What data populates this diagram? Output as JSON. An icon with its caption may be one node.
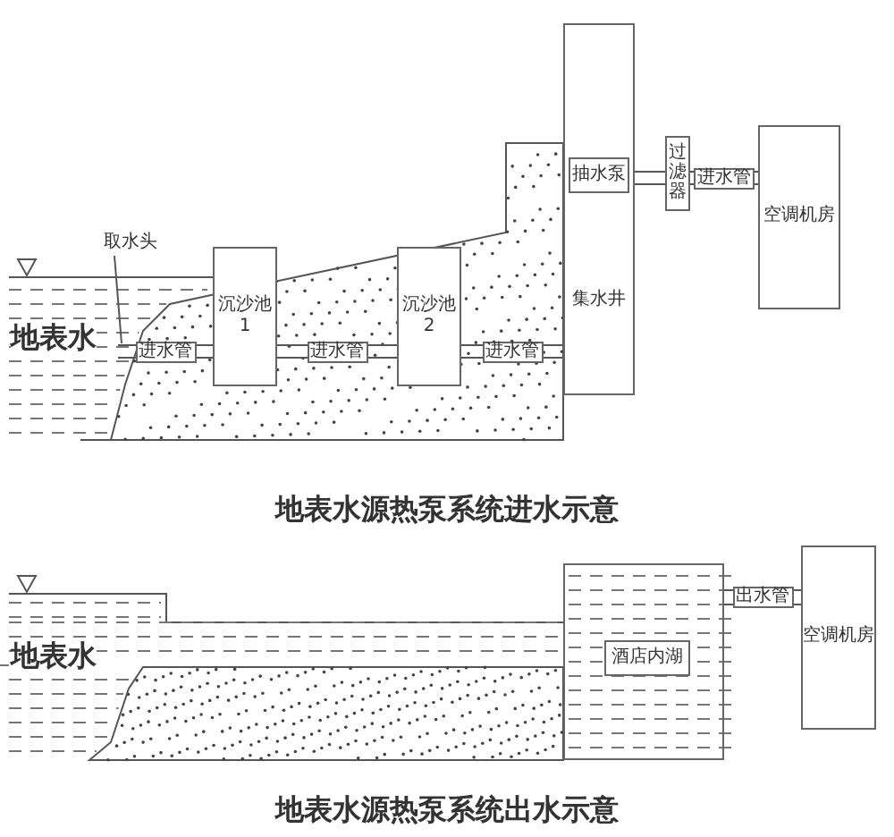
{
  "diagram": {
    "nodes": [
      {
        "text": [
          "沉沙池 1"
        ]
      },
      {
        "text": [
          "沉沙池 2"
        ]
      },
      {
        "text": [
          "集水井"
        ]
      },
      {
        "text": [
          "抽水泵"
        ],
        "in": 2
      },
      {
        "text": [
          "过滤器"
        ]
      },
      {
        "text": [
          "空调机房"
        ]
      },
      {
        "text": [
          "取水头"
        ]
      },
      {
        "text": [],
        "shape": "box"
      },
      {
        "text": [
          "酒店内湖"
        ],
        "in": 7
      },
      {
        "text": [
          "空调机房"
        ]
      }
    ],
    "edges": [
      {
        "from": null,
        "to": 0,
        "arrow": "none",
        "label": "进水管"
      },
      {
        "from": 0,
        "to": 1,
        "arrow": "none",
        "label": "进水管"
      },
      {
        "from": 1,
        "to": 2,
        "arrow": "none",
        "label": "进水管"
      },
      {
        "from": 3,
        "to": 4,
        "arrow": "none"
      },
      {
        "from": 4,
        "to": 5,
        "arrow": "none",
        "label": "进水管"
      },
      {
        "from": 6,
        "to": null,
        "arrow": "none"
      },
      {
        "from": 7,
        "to": 9,
        "arrow": "none",
        "label": "出水管"
      }
    ],
    "labels": [
      "地表水",
      "地表水源热泵系统进水示意",
      "地表水",
      "地表水源热泵系统出水示意"
    ]
  }
}
